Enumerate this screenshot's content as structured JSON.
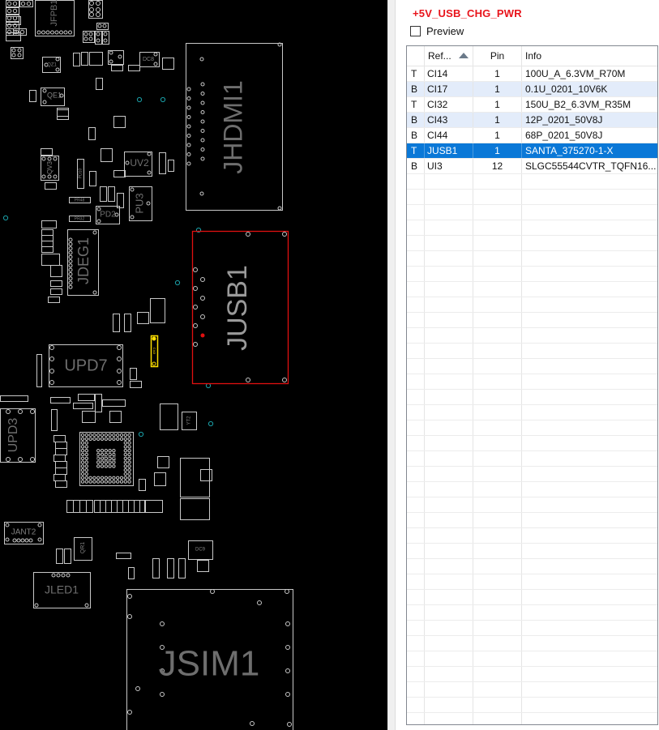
{
  "net_panel": {
    "net_name": "+5V_USB_CHG_PWR",
    "net_color": "#e8141b",
    "preview_label": "Preview",
    "preview_checked": false,
    "columns": [
      {
        "label": ""
      },
      {
        "label": "Ref...",
        "sorted": "ascending"
      },
      {
        "label": "Pin"
      },
      {
        "label": "Info"
      }
    ],
    "rows": [
      {
        "side": "T",
        "ref": "CI14",
        "pin": "1",
        "info": "100U_A_6.3VM_R70M",
        "state": "normal"
      },
      {
        "side": "B",
        "ref": "CI17",
        "pin": "1",
        "info": "0.1U_0201_10V6K",
        "state": "alt"
      },
      {
        "side": "T",
        "ref": "CI32",
        "pin": "1",
        "info": "150U_B2_6.3VM_R35M",
        "state": "normal"
      },
      {
        "side": "B",
        "ref": "CI43",
        "pin": "1",
        "info": "12P_0201_50V8J",
        "state": "alt"
      },
      {
        "side": "B",
        "ref": "CI44",
        "pin": "1",
        "info": "68P_0201_50V8J",
        "state": "normal"
      },
      {
        "side": "T",
        "ref": "JUSB1",
        "pin": "1",
        "info": "SANTA_375270-1-X",
        "state": "selected"
      },
      {
        "side": "B",
        "ref": "UI3",
        "pin": "12",
        "info": "SLGC55544CVTR_TQFN16...",
        "state": "normal"
      }
    ],
    "empty_row_count": 36,
    "selected_color": "#0a78d7",
    "alt_row_color": "#e3ecfa"
  },
  "board_view": {
    "background": "#000000",
    "outline_color": "#c8c8c8",
    "highlight_color": "#e01010",
    "selected_part_color": "#ffe000",
    "via_color": "#1aa0a8",
    "large_labels": [
      "JHDMI1",
      "JUSB1",
      "JDEG1",
      "UPD7",
      "UPD3",
      "JSIM1",
      "JLED1",
      "JANT2",
      "UV2",
      "PU3",
      "PD2",
      "QE1",
      "JFPB1"
    ],
    "highlighted_part": "JUSB1",
    "selected_part": "CI43"
  }
}
